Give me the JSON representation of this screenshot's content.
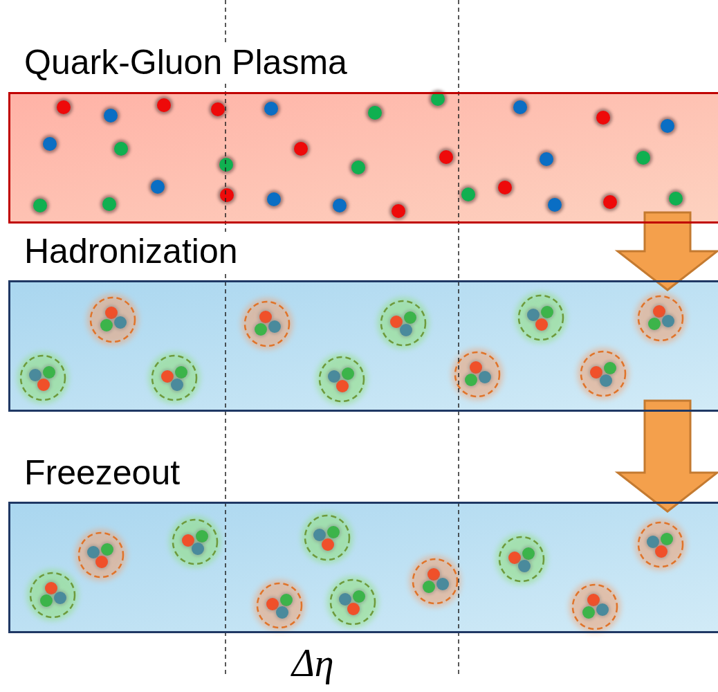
{
  "diagram": {
    "nodes": [
      {
        "text": [
          "Quark-Gluon Plasma"
        ]
      },
      {
        "text": [
          "Hadronization"
        ]
      },
      {
        "text": [
          "Freezeout"
        ]
      }
    ],
    "edges": [
      {
        "from": 0,
        "to": 1,
        "arrow": "to"
      },
      {
        "from": 1,
        "to": 2,
        "arrow": "to"
      }
    ],
    "labels": [
      "Δη"
    ]
  }
}
